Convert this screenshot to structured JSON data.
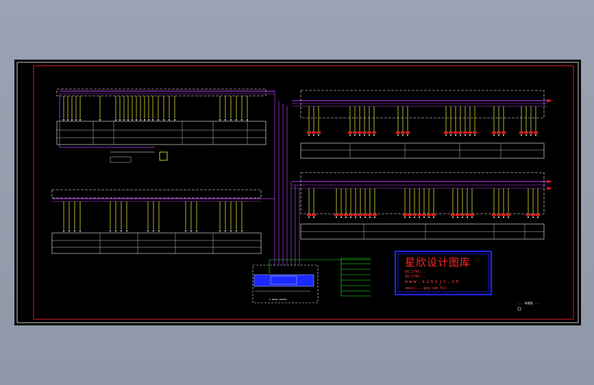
{
  "stamp": {
    "title": "星欣设计图库",
    "line1": "QQ:1790... ",
    "line2": "QQ:1790...",
    "url": "www.xinsjc.cn",
    "email": "email:...@qq.com  Tel:...",
    "border_color": "#2222ff",
    "text_color": "#ff2a2a"
  },
  "drawing_title": "... 系统图 ...",
  "colors": {
    "bus": "#c040ff",
    "feeder": "#ffff40",
    "breaker": "#ff2020",
    "outline": "#ffffff",
    "frame_border": "#e02020",
    "control": "#20ff20"
  }
}
